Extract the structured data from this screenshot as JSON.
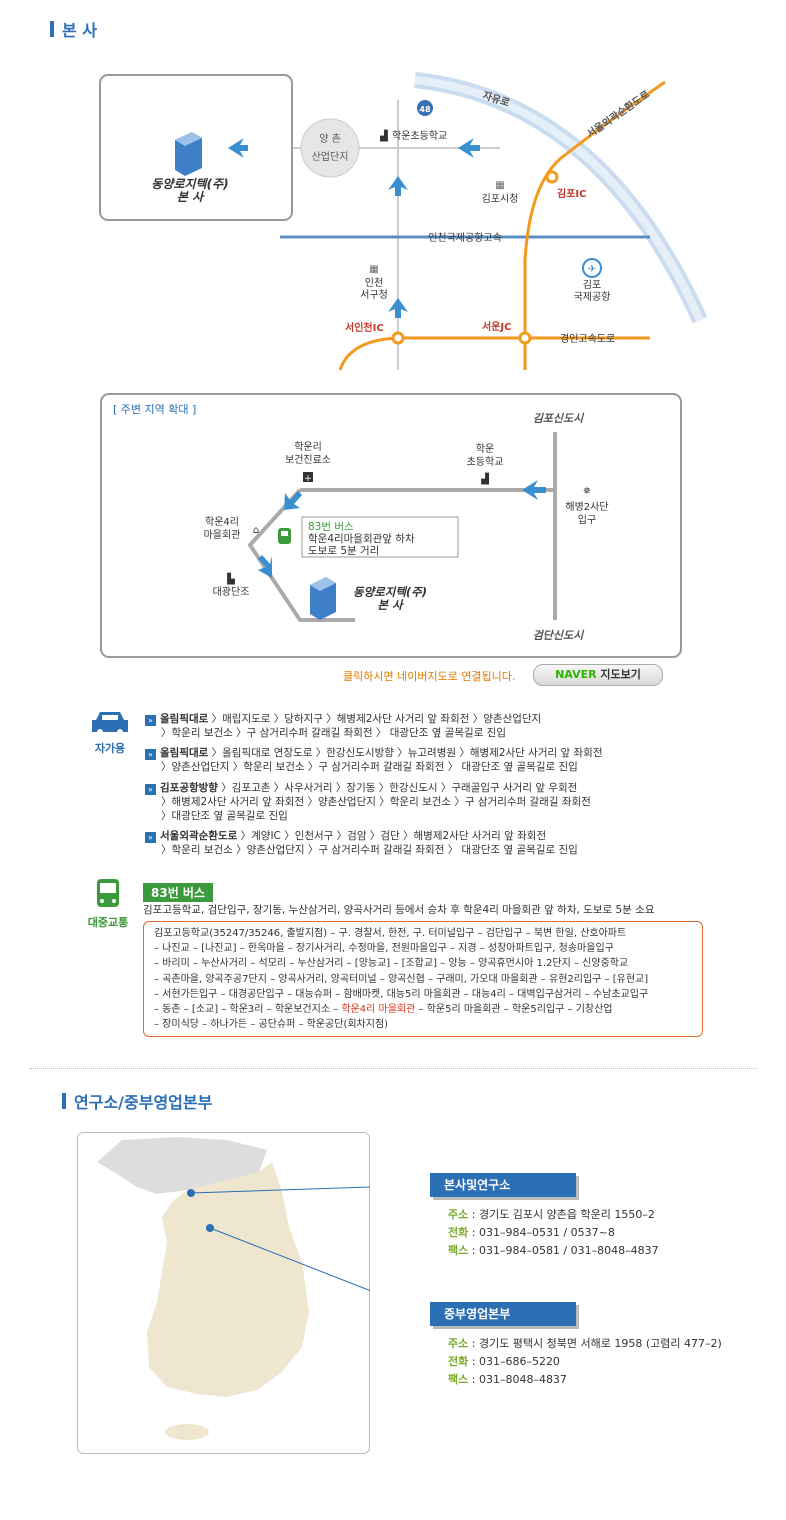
{
  "hq_section": {
    "title": "본 사"
  },
  "map1": {
    "company_name": "동양로지텍(주)",
    "company_sub": "본 사",
    "yangchon": "양  촌",
    "industrial": "산업단지",
    "hakun_school": "학운초등학교",
    "gimpo_city_hall": "김포시청",
    "jayuro": "자유로",
    "route48": "48",
    "ring_road": "서울외곽순환도로",
    "gimpo_ic": "김포IC",
    "incheon_expressway": "인천국제공항고속",
    "incheon_seogu_1": "인천",
    "incheon_seogu_2": "서구청",
    "airport_1": "김포",
    "airport_2": "국제공항",
    "seoincheon_ic": "서인천IC",
    "seoun_jc": "서운JC",
    "gyeongin": "경인고속도로"
  },
  "map2": {
    "caption": "[ 주변 지역 확대 ]",
    "gimpo_new_city": "김포신도시",
    "geomdan_new_city": "검단신도시",
    "clinic_1": "학운리",
    "clinic_2": "보건진료소",
    "school_1": "학운",
    "school_2": "초등학교",
    "hall_1": "학운4리",
    "hall_2": "마을회관",
    "marine_1": "해병2사단",
    "marine_2": "입구",
    "daegwang": "대광단조",
    "bus_line": "83번 버스",
    "bus_desc_1": "학운4리마을회관앞 하차",
    "bus_desc_2": "도보로 5분 거리",
    "company_name": "동양로지텍(주)",
    "company_sub": "본 사"
  },
  "naver": {
    "notice": "클릭하시면 네이버지도로 연결됩니다.",
    "btn_brand": "NAVER",
    "btn_label": "지도보기"
  },
  "car": {
    "label": "자가용",
    "routes": [
      {
        "head": "올림픽대로",
        "l1": " 〉매립지도로 〉당하지구 〉해병제2사단 사거리 앞 좌회전 〉양촌산업단지",
        "l2": "〉학운리 보건소 〉구 삼거리수퍼 갈래길 좌회전 〉 대광단조 옆 골목길로 진입"
      },
      {
        "head": "올림픽대로",
        "l1": " 〉올림픽대로 연장도로 〉한강신도시방향 〉뉴고려병원 〉해병제2사단 사거리 앞 좌회전",
        "l2": "〉양촌산업단지 〉학운리 보건소 〉구 삼거리수퍼 갈래길 좌회전 〉 대광단조 옆 골목길로 진입"
      },
      {
        "head": "김포공항방향",
        "l1": " 〉김포고촌 〉사우사거리 〉장기동 〉한강신도시 〉구래골입구 사거리 앞 우회전",
        "l2": "〉해병제2사단 사거리 앞 좌회전 〉양촌산업단지 〉학운리 보건소 〉구 삼거리수퍼 갈래길 좌회전",
        "l3": "〉대광단조 옆 골목길로 진입"
      },
      {
        "head": "서울외곽순환도로",
        "l1": " 〉계양IC 〉인천서구 〉검암 〉검단 〉해병제2사단 사거리 앞 좌회전",
        "l2": "〉학운리 보건소 〉양촌산업단지 〉구 삼거리수퍼 갈래길 좌회전 〉 대광단조 옆 골목길로 진입"
      }
    ]
  },
  "bus": {
    "label": "대중교통",
    "badge": "83번 버스",
    "summary": "김포고등학교, 검단입구, 장기동, 누산삼거리, 양곡사거리 등에서 승차 후 학운4리 마을회관 앞 하차, 도보로 5분 소요",
    "stops": [
      "김포고등학교(35247/35246, 출발지점) – 구. 경찰서, 한전, 구. 터미널입구 – 검단입구 – 북변 한일, 산호아파트",
      " – 나진교 – [나진교] – 한옥마을 – 장기사거리, 수정마을, 전원마을입구 – 지경 – 성창아파트입구, 청송마을입구",
      "– 바리미 – 누산사거리 – 석모리 – 누산삼거리 – [양능교] – [조합교] – 양능 – 양곡휴먼시아 1.2단지 – 신양중학교",
      "– 곡촌마을, 양곡주공7단지 – 양곡사거리, 양곡터미널 – 양곡신협 – 구래미, 가오대 마을회관 – 유현2리입구 – [유현교]",
      "– 서현가든입구 – 대경공단입구 – 대능슈퍼 – 함배마켓, 대능5리 마을회관 – 대능4리 – 대벽입구삼거리 – 수남초교입구",
      "– 동촌 – [소교] – 학운3리 – 학운보건지소 –"
    ],
    "stop_highlight": " 학운4리 마을회관",
    "stop_after": " – 학운5리 마을회관 – 학운5리입구 – 기창산업",
    "stop_last": "– 장미식당 – 하나가든 – 공단슈퍼 – 학운공단(회차지점)"
  },
  "lab_section": {
    "title": "연구소/중부영업본부"
  },
  "offices": [
    {
      "head": "본사및연구소",
      "addr_k": "주소",
      "addr": " : 경기도 김포시 양촌읍 학운리 1550–2",
      "tel_k": "전화",
      "tel": " : 031–984–0531 / 0537~8",
      "fax_k": "팩스",
      "fax": " : 031–984–0581 / 031–8048–4837"
    },
    {
      "head": "중부영업본부",
      "addr_k": "주소",
      "addr": " : 경기도 평택시 청북면 서해로 1958 (고렴리 477–2)",
      "tel_k": "전화",
      "tel": " : 031–686–5220",
      "fax_k": "팩스",
      "fax": " : 031–8048–4837"
    }
  ],
  "colors": {
    "accent": "#2b6fb5",
    "road_orange": "#f39a1e",
    "green": "#3b9a3b",
    "highlight": "#e0331b"
  }
}
